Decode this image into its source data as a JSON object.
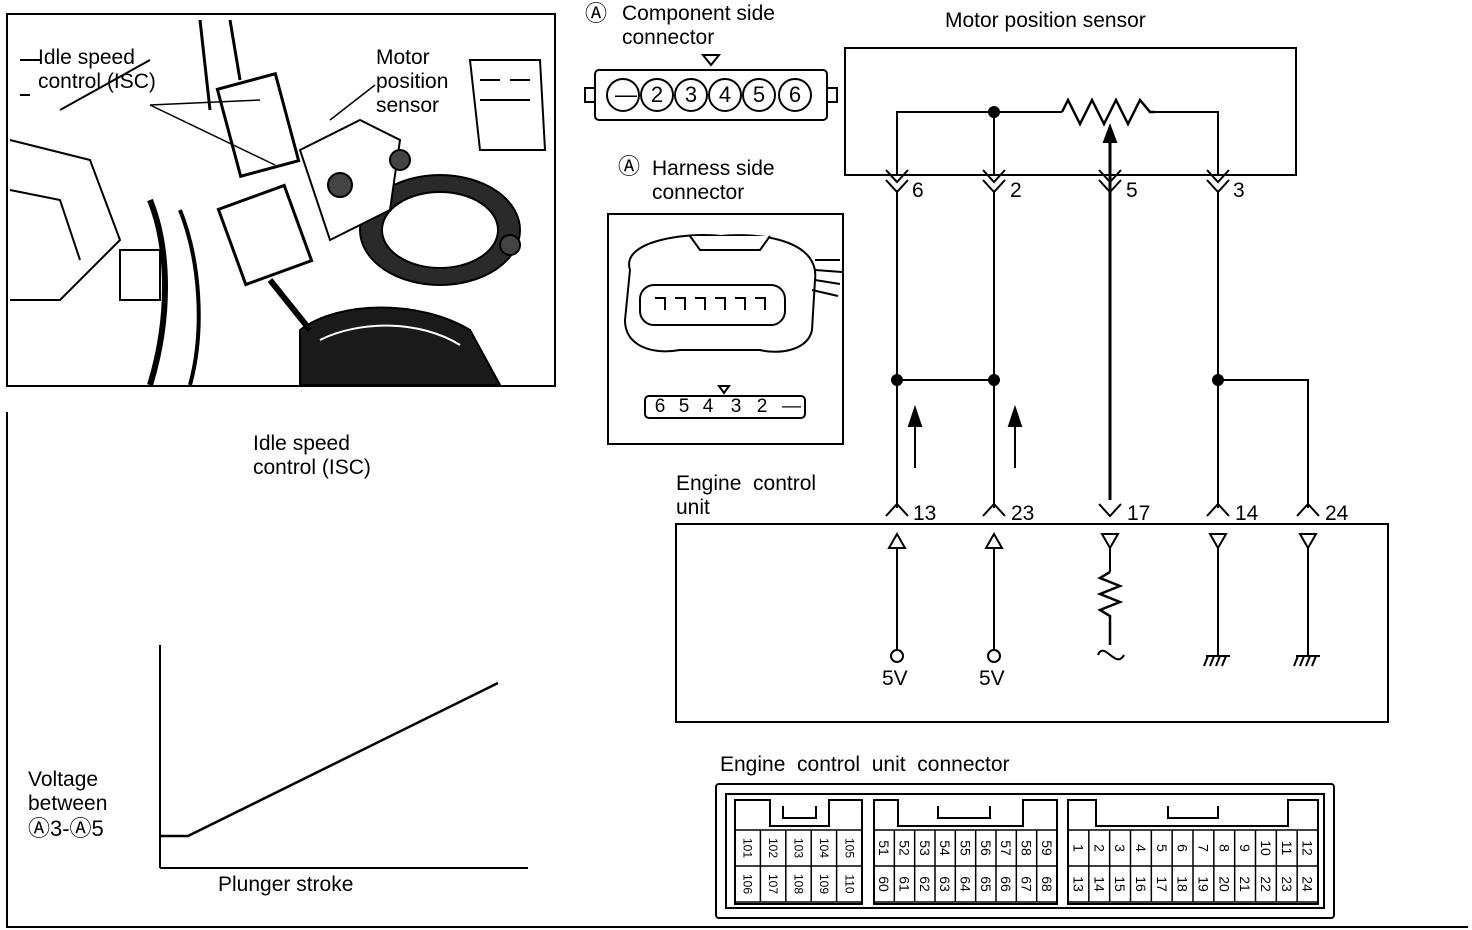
{
  "photo": {
    "label_isc": "Idle speed\ncontrol (ISC)",
    "label_mps": "Motor\nposition\nsensor"
  },
  "component_connector": {
    "marker": "Ⓐ",
    "title": "Component side\nconnector",
    "pins": [
      "—",
      "2",
      "3",
      "4",
      "5",
      "6"
    ]
  },
  "harness_connector": {
    "marker": "Ⓐ",
    "title": "Harness side\nconnector",
    "pins": [
      "6",
      "5",
      "4",
      "3",
      "2",
      "—"
    ]
  },
  "isc_caption": "Idle speed\ncontrol (ISC)",
  "graph": {
    "ylabel": "Voltage\nbetween",
    "ylabel_pins": "Ⓐ3-Ⓐ5",
    "xlabel": "Plunger stroke"
  },
  "schematic": {
    "sensor_title": "Motor position sensor",
    "sensor_pins": [
      "6",
      "2",
      "5",
      "3"
    ],
    "ecu_label": "Engine  control\nunit",
    "ecu_pins": [
      "13",
      "23",
      "17",
      "14",
      "24"
    ],
    "supply_labels": [
      "5V",
      "5V"
    ]
  },
  "ecu_connector": {
    "title": "Engine  control  unit  connector",
    "block1_top": [
      "101",
      "102",
      "103",
      "104",
      "105"
    ],
    "block1_bottom": [
      "106",
      "107",
      "108",
      "109",
      "110"
    ],
    "block2_top": [
      "51",
      "52",
      "53",
      "54",
      "55",
      "56",
      "57",
      "58",
      "59"
    ],
    "block2_bottom": [
      "60",
      "61",
      "62",
      "63",
      "64",
      "65",
      "66",
      "67",
      "68"
    ],
    "block3_top": [
      "1",
      "2",
      "3",
      "4",
      "5",
      "6",
      "7",
      "8",
      "9",
      "10",
      "11",
      "12"
    ],
    "block3_bottom": [
      "13",
      "14",
      "15",
      "16",
      "17",
      "18",
      "19",
      "20",
      "21",
      "22",
      "23",
      "24"
    ]
  }
}
